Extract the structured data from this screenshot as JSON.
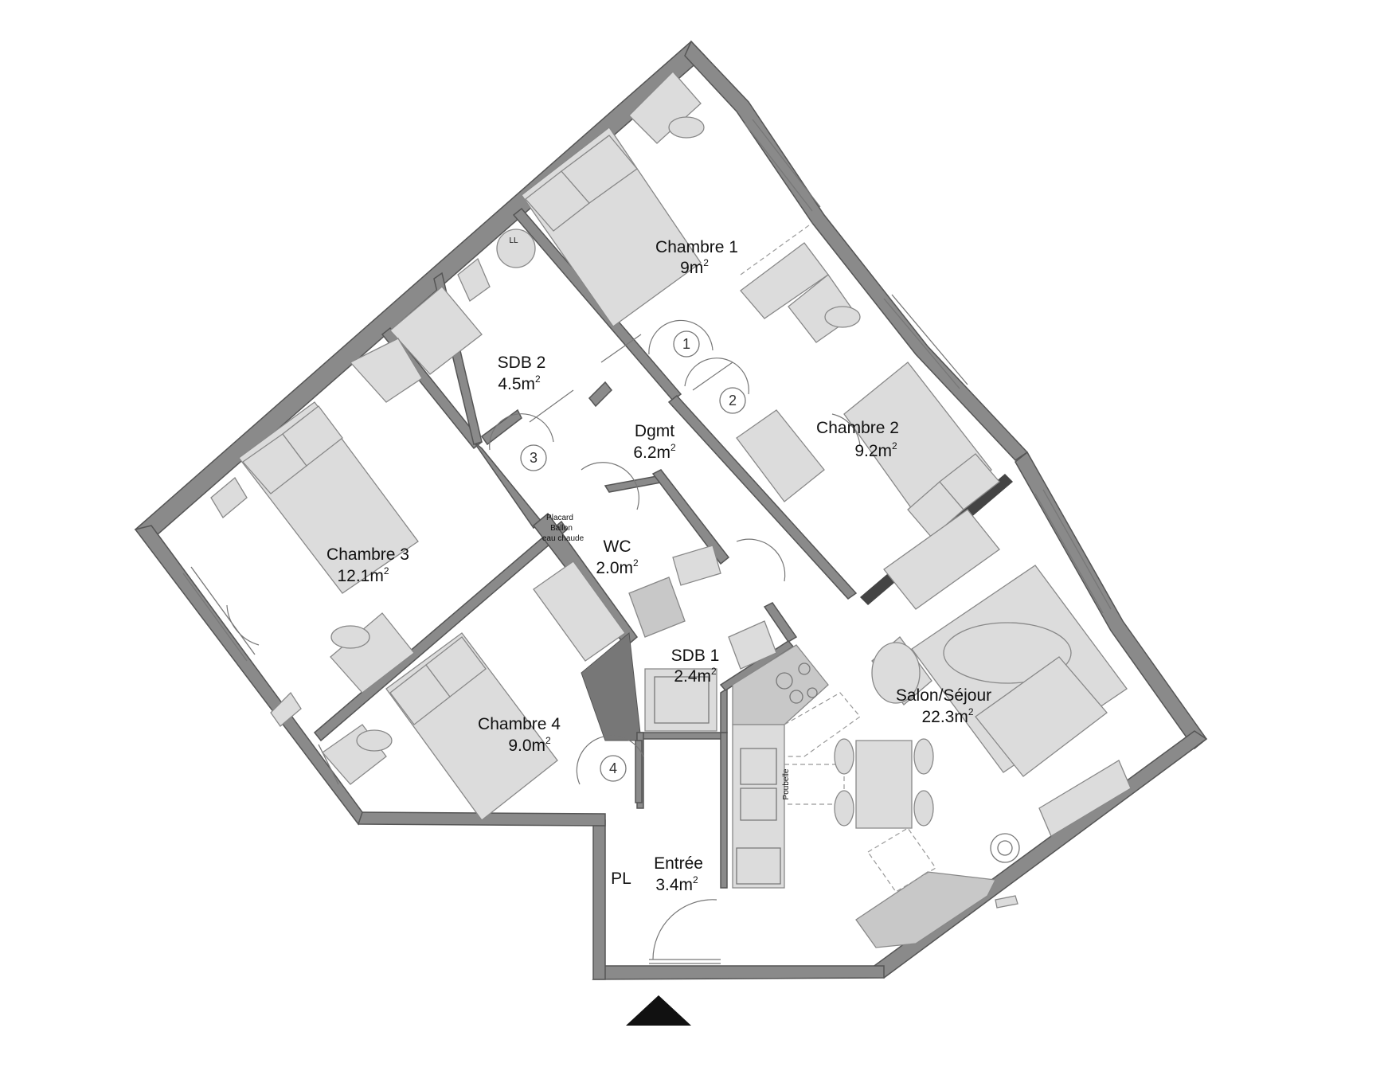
{
  "rooms": [
    {
      "id": "chambre1",
      "name": "Chambre 1",
      "area": "9m",
      "exp": "2"
    },
    {
      "id": "chambre2",
      "name": "Chambre 2",
      "area": "9.2m",
      "exp": "2"
    },
    {
      "id": "chambre3",
      "name": "Chambre 3",
      "area": "12.1m",
      "exp": "2"
    },
    {
      "id": "chambre4",
      "name": "Chambre 4",
      "area": "9.0m",
      "exp": "2"
    },
    {
      "id": "sdb2",
      "name": "SDB 2",
      "area": "4.5m",
      "exp": "2"
    },
    {
      "id": "sdb1",
      "name": "SDB 1",
      "area": "2.4m",
      "exp": "2"
    },
    {
      "id": "dgmt",
      "name": "Dgmt",
      "area": "6.2m",
      "exp": "2"
    },
    {
      "id": "wc",
      "name": "WC",
      "area": "2.0m",
      "exp": "2"
    },
    {
      "id": "salon",
      "name": "Salon/Séjour",
      "area": "22.3m",
      "exp": "2"
    },
    {
      "id": "entree",
      "name": "Entrée",
      "area": "3.4m",
      "exp": "2"
    }
  ],
  "placard": [
    "Placard",
    "Ballon",
    "eau chaude"
  ],
  "pl_label": "PL",
  "poubelle_label": "Poubelle",
  "ll_label": "LL",
  "door_numbers": [
    "1",
    "2",
    "3",
    "4"
  ],
  "colors": {
    "wall": "#8a8a8a",
    "furniture": "#dcdcdc",
    "entrance_arrow": "#111111"
  }
}
